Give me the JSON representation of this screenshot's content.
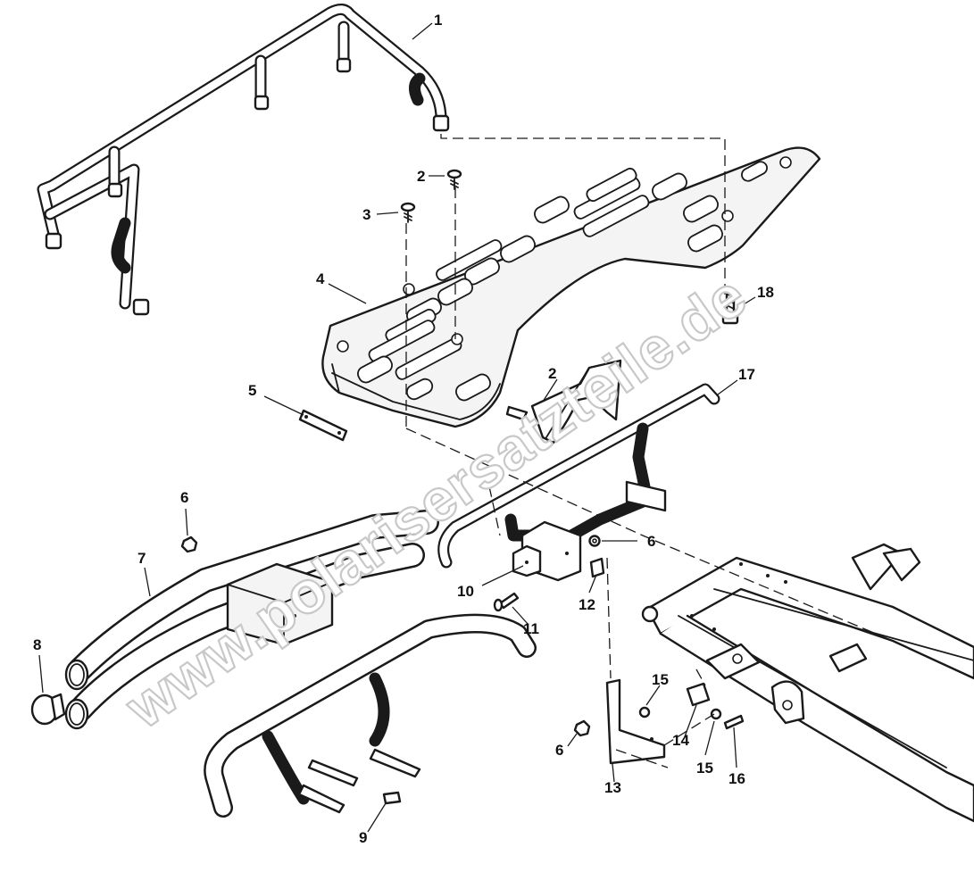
{
  "watermark": "www.polarisersatzteile.de",
  "callouts": [
    {
      "id": "c1",
      "label": "1"
    },
    {
      "id": "c2a",
      "label": "2"
    },
    {
      "id": "c3",
      "label": "3"
    },
    {
      "id": "c4",
      "label": "4"
    },
    {
      "id": "c18",
      "label": "18"
    },
    {
      "id": "c5",
      "label": "5"
    },
    {
      "id": "c2b",
      "label": "2"
    },
    {
      "id": "c17",
      "label": "17"
    },
    {
      "id": "c6a",
      "label": "6"
    },
    {
      "id": "c6b",
      "label": "6"
    },
    {
      "id": "c7",
      "label": "7"
    },
    {
      "id": "c10",
      "label": "10"
    },
    {
      "id": "c12",
      "label": "12"
    },
    {
      "id": "c11",
      "label": "11"
    },
    {
      "id": "c8",
      "label": "8"
    },
    {
      "id": "c15a",
      "label": "15"
    },
    {
      "id": "c14",
      "label": "14"
    },
    {
      "id": "c6c",
      "label": "6"
    },
    {
      "id": "c13",
      "label": "13"
    },
    {
      "id": "c15b",
      "label": "15"
    },
    {
      "id": "c16",
      "label": "16"
    },
    {
      "id": "c9",
      "label": "9"
    }
  ]
}
